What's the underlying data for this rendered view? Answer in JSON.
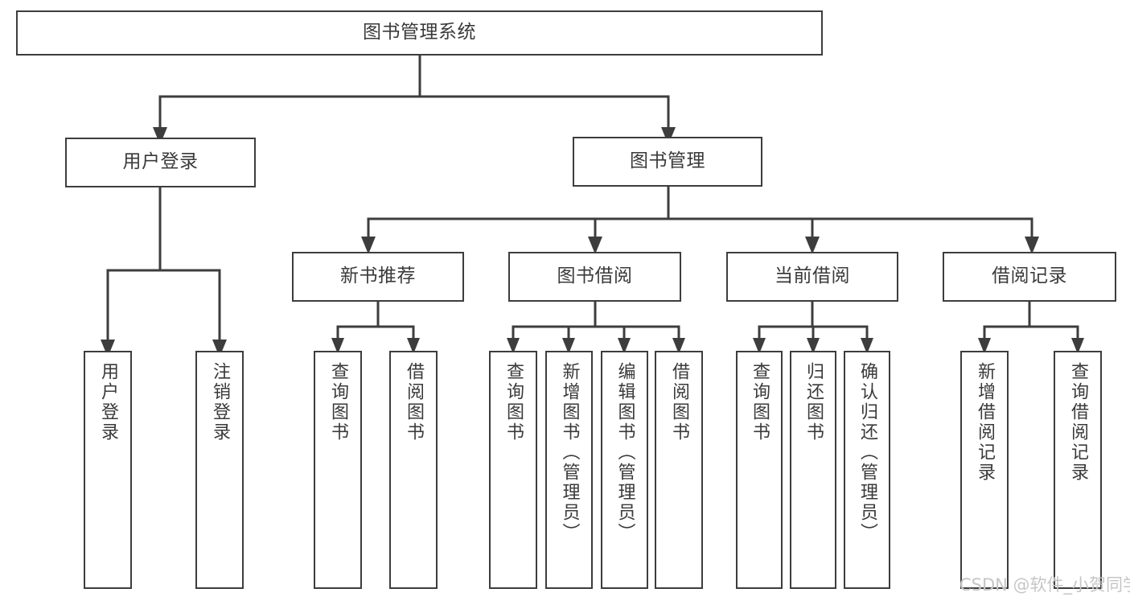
{
  "diagram": {
    "type": "hierarchy-tree",
    "title": "图书管理系统",
    "watermark": "CSDN @软件_小贺同学",
    "colors": {
      "stroke": "#3d3d3d",
      "background": "#ffffff",
      "text": "#3a3a3a",
      "watermark": "#c6c6c6"
    },
    "nodes": {
      "root": {
        "label": "图书管理系统"
      },
      "level2": [
        {
          "label": "用户登录"
        },
        {
          "label": "图书管理"
        }
      ],
      "level3": [
        {
          "label": "新书推荐"
        },
        {
          "label": "图书借阅"
        },
        {
          "label": "当前借阅"
        },
        {
          "label": "借阅记录"
        }
      ],
      "leaves": {
        "user_login": [
          {
            "label": "用户登录"
          },
          {
            "label": "注销登录"
          }
        ],
        "new_book": [
          {
            "label": "查询图书"
          },
          {
            "label": "借阅图书"
          }
        ],
        "book_borrow": [
          {
            "label": "查询图书"
          },
          {
            "label": "新增图书（管理员）"
          },
          {
            "label": "编辑图书（管理员）"
          },
          {
            "label": "借阅图书"
          }
        ],
        "current_borrow": [
          {
            "label": "查询图书"
          },
          {
            "label": "归还图书"
          },
          {
            "label": "确认归还（管理员）"
          }
        ],
        "borrow_record": [
          {
            "label": "新增借阅记录"
          },
          {
            "label": "查询借阅记录"
          }
        ]
      }
    }
  }
}
